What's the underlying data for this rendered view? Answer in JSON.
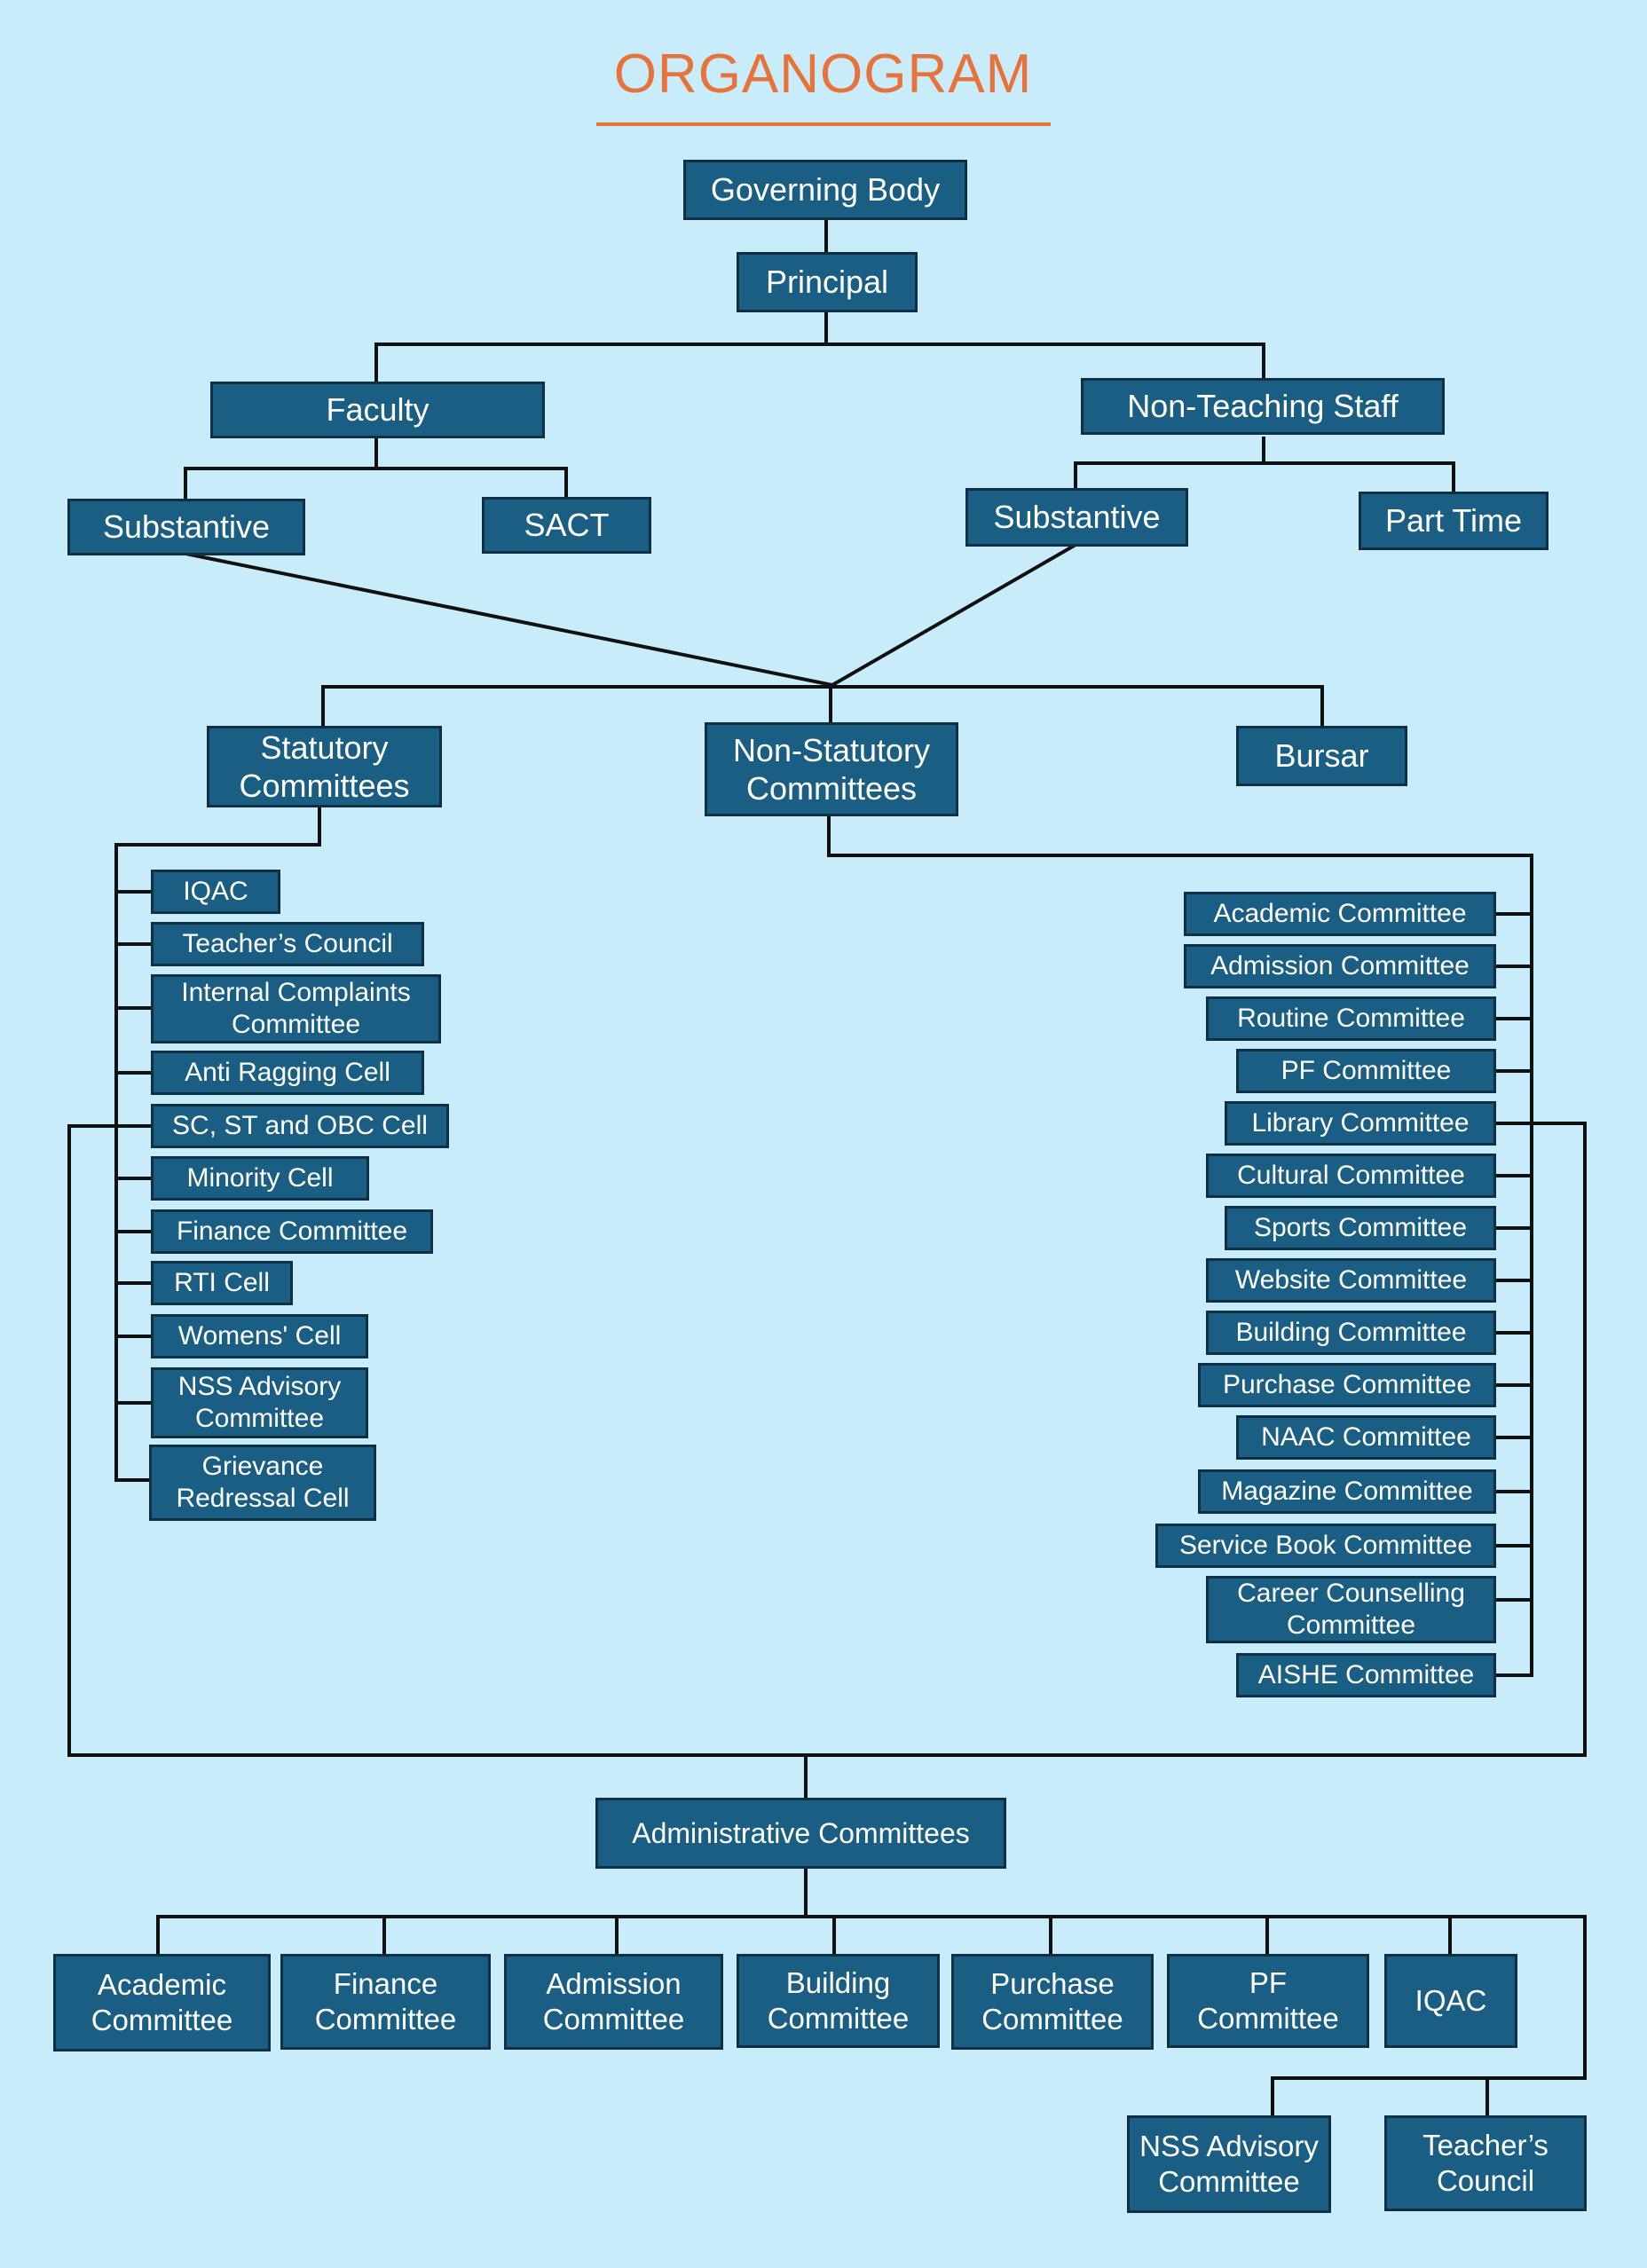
{
  "title": "ORGANOGRAM",
  "colors": {
    "background": "#c9ecfb",
    "box_fill": "#1b5e83",
    "box_border": "#0f2f45",
    "title": "#e8733a",
    "line": "#111111"
  },
  "nodes": {
    "governing_body": "Governing  Body",
    "principal": "Principal",
    "faculty": "Faculty",
    "non_teaching_staff": "Non-Teaching Staff",
    "faculty_substantive": "Substantive",
    "sact": "SACT",
    "staff_substantive": "Substantive",
    "part_time": "Part Time",
    "statutory": "Statutory\nCommittees",
    "non_statutory": "Non-Statutory\nCommittees",
    "bursar": "Bursar",
    "administrative": "Administrative Committees"
  },
  "statutory_committees": [
    "IQAC",
    "Teacher’s Council",
    "Internal Complaints\nCommittee",
    "Anti Ragging Cell",
    "SC, ST and OBC Cell",
    "Minority Cell",
    "Finance Committee",
    "RTI Cell",
    "Womens' Cell",
    "NSS Advisory\nCommittee",
    "Grievance\nRedressal Cell"
  ],
  "non_statutory_committees": [
    "Academic Committee",
    "Admission Committee",
    "Routine Committee",
    "PF Committee",
    "Library Committee",
    "Cultural Committee",
    "Sports Committee",
    "Website Committee",
    "Building Committee",
    "Purchase Committee",
    "NAAC Committee",
    "Magazine Committee",
    "Service Book Committee",
    "Career Counselling\nCommittee",
    "AISHE Committee"
  ],
  "administrative_committees": [
    "Academic\nCommittee",
    "Finance\nCommittee",
    "Admission\nCommittee",
    "Building\nCommittee",
    "Purchase\nCommittee",
    "PF\nCommittee",
    "IQAC",
    "NSS Advisory\nCommittee",
    "Teacher’s\nCouncil"
  ]
}
